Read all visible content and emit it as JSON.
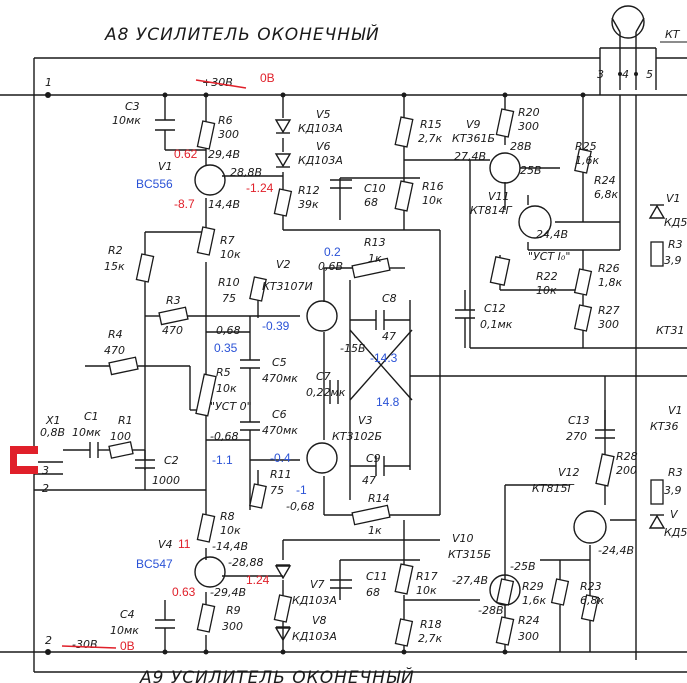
{
  "header": {
    "title": "А8 УСИЛИТЕЛЬ ОКОНЕЧНЫЙ",
    "right_label": "КТ"
  },
  "footer": {
    "title": "А9 УСИЛИТЕЛЬ ОКОНЕЧНЫЙ"
  },
  "colors": {
    "ink": "#1a1a1a",
    "annotation_red": "#e0202a",
    "annotation_blue": "#2a52d6",
    "marker": "#e0202a"
  },
  "terminals": {
    "t1": "1",
    "t2": "2",
    "t3": "3",
    "t4": "4",
    "t5": "5",
    "x_in": "3",
    "x_gnd": "2"
  },
  "rails": {
    "pos": "+30В",
    "neg": "-30В",
    "pos_fix": "0В",
    "neg_fix": "0В"
  },
  "components": {
    "C3": {
      "ref": "C3",
      "val": "10мк"
    },
    "R6": {
      "ref": "R6",
      "val": "300"
    },
    "V5": {
      "ref": "V5",
      "val": "КД103А"
    },
    "V6": {
      "ref": "V6",
      "val": "КД103А"
    },
    "R15": {
      "ref": "R15",
      "val": "2,7к"
    },
    "V9": {
      "ref": "V9",
      "val": "КТ361Б"
    },
    "R20": {
      "ref": "R20",
      "val": "300"
    },
    "R25": {
      "ref": "R25",
      "val": "1,6к"
    },
    "R24t": {
      "ref": "R24",
      "val": "6,8к"
    },
    "V1": {
      "ref": "V1",
      "val": "BC556"
    },
    "R12": {
      "ref": "R12",
      "val": "39к"
    },
    "C10": {
      "ref": "C10",
      "val": "68"
    },
    "R16": {
      "ref": "R16",
      "val": "10к"
    },
    "V11": {
      "ref": "V11",
      "val": "КТ814Г"
    },
    "R2": {
      "ref": "R2",
      "val": "15к"
    },
    "R7": {
      "ref": "R7",
      "val": "10к"
    },
    "R13": {
      "ref": "R13",
      "val": "1к"
    },
    "V2": {
      "ref": "V2",
      "val": "КТ3107И"
    },
    "R10": {
      "ref": "R10",
      "val": "75"
    },
    "R22": {
      "ref": "R22",
      "val": "10к",
      "note": "\"УСТ I₀\""
    },
    "R26": {
      "ref": "R26",
      "val": "1,8к"
    },
    "R3": {
      "ref": "R3",
      "val": "470"
    },
    "C8": {
      "ref": "C8",
      "val": "47"
    },
    "C12": {
      "ref": "C12",
      "val": "0,1мк"
    },
    "R27": {
      "ref": "R27",
      "val": "300"
    },
    "R4": {
      "ref": "R4",
      "val": "470"
    },
    "C5": {
      "ref": "C5",
      "val": "470мк"
    },
    "C7": {
      "ref": "C7",
      "val": "0,22мк"
    },
    "R5": {
      "ref": "R5",
      "val": "10к",
      "note": "\"УСТ 0\""
    },
    "C6": {
      "ref": "C6",
      "val": "470мк"
    },
    "V3": {
      "ref": "V3",
      "val": "КТ3102Б"
    },
    "X1": {
      "ref": "X1"
    },
    "C1": {
      "ref": "C1",
      "val": "10мк"
    },
    "R1": {
      "ref": "R1",
      "val": "100"
    },
    "C2": {
      "ref": "C2",
      "val": "1000"
    },
    "C13": {
      "ref": "C13",
      "val": "270"
    },
    "R28": {
      "ref": "R28",
      "val": "200"
    },
    "C9": {
      "ref": "C9",
      "val": "47"
    },
    "R11": {
      "ref": "R11",
      "val": "75"
    },
    "V12": {
      "ref": "V12",
      "val": "КТ815Г"
    },
    "R14": {
      "ref": "R14",
      "val": "1к"
    },
    "R8": {
      "ref": "R8",
      "val": "10к"
    },
    "V10": {
      "ref": "V10",
      "val": "КТ315Б"
    },
    "V4": {
      "ref": "V4",
      "val": "BC547"
    },
    "C11": {
      "ref": "C11",
      "val": "68"
    },
    "R17": {
      "ref": "R17",
      "val": "10к"
    },
    "R29": {
      "ref": "R29",
      "val": "1,6к"
    },
    "R23": {
      "ref": "R23",
      "val": "6,8к"
    },
    "V7": {
      "ref": "V7",
      "val": "КД103А"
    },
    "R9": {
      "ref": "R9",
      "val": "300"
    },
    "C4": {
      "ref": "C4",
      "val": "10мк"
    },
    "V8": {
      "ref": "V8",
      "val": "КД103А"
    },
    "R24b": {
      "ref": "R24",
      "val": "300"
    },
    "R18": {
      "ref": "R18",
      "val": "2,7к"
    }
  },
  "right_edge": {
    "V1": "V1",
    "KD5": "КД5",
    "R3": "R3",
    "v39": "3,9",
    "KT3": "КТ31",
    "KT36": "КТ36",
    "V1b": "V1",
    "R3b": "R3",
    "v39b": "3,9",
    "Vb": "V",
    "KD5b": "КД5"
  },
  "voltages": {
    "x1": "0,8В",
    "v294": "29,4В",
    "v288": "28,8В",
    "v144": "14,4В",
    "v274": "27,4В",
    "v28": "28В",
    "v25": "25В",
    "v244": "24,4В",
    "v06": "0,6В",
    "v068": "0,68",
    "v15": "-15В",
    "v_068": "-0,68",
    "v_068b": "-0,68",
    "v_144": "-14,4В",
    "v_2888": "-28,88",
    "v_294": "-29,4В",
    "v_274": "-27,4В",
    "v_25": "-25В",
    "v_28": "-28В",
    "v_244": "-24,4В"
  },
  "annotations": {
    "red": {
      "r062": "0.62",
      "r87": "-8.7",
      "r124": "-1.24",
      "r11": "11",
      "r063": "0.63",
      "r124b": "1.24"
    },
    "blue": {
      "b02": "0.2",
      "b039": "-0.39",
      "b035": "0.35",
      "b143": "-14.3",
      "b148": "14.8",
      "b11": "-1.1",
      "b04": "-0.4",
      "b1": "-1",
      "bc556": "BC556",
      "bc547": "BC547"
    }
  }
}
